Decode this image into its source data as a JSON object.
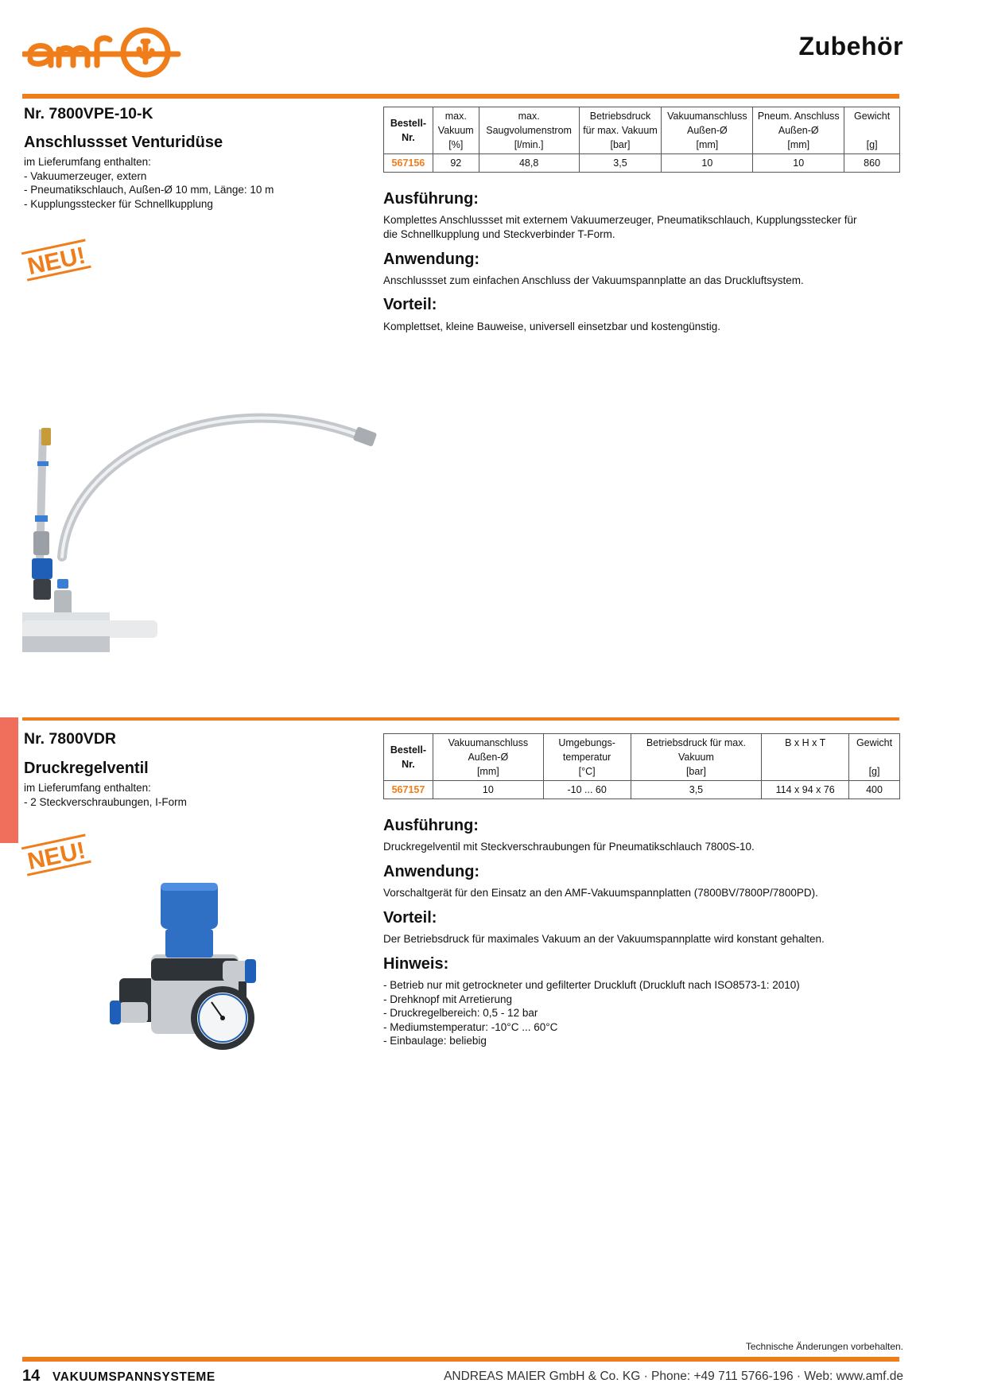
{
  "header": {
    "logo_text": "amf",
    "title": "Zubehör"
  },
  "colors": {
    "accent": "#ef7d1a",
    "side_tab": "#ef6e5c",
    "text": "#111111"
  },
  "icons": [
    "amf-logo-icon",
    "neu-badge-icon",
    "vacuum-hose-set-image",
    "pressure-regulator-image"
  ],
  "products": [
    {
      "number": "Nr. 7800VPE-10-K",
      "name": "Anschlussset Venturidüse",
      "badge": "NEU!",
      "scope_lines": [
        "im Lieferumfang enthalten:",
        "- Vakuumerzeuger, extern",
        "- Pneumatikschlauch, Außen-Ø 10 mm, Länge: 10 m",
        "- Kupplungsstecker für Schnellkupplung"
      ],
      "table": {
        "order_header": [
          "Bestell-",
          "Nr."
        ],
        "columns": [
          [
            "max.",
            "Vakuum",
            "[%]"
          ],
          [
            "max.",
            "Saugvolumenstrom",
            "[l/min.]"
          ],
          [
            "Betriebsdruck",
            "für max. Vakuum",
            "[bar]"
          ],
          [
            "Vakuumanschluss",
            "Außen-Ø",
            "[mm]"
          ],
          [
            "Pneum. Anschluss",
            "Außen-Ø",
            "[mm]"
          ],
          [
            "Gewicht",
            "",
            "[g]"
          ]
        ],
        "row": [
          "567156",
          "92",
          "48,8",
          "3,5",
          "10",
          "10",
          "860"
        ]
      },
      "sections": [
        {
          "heading": "Ausführung:",
          "lines": [
            "Komplettes Anschlussset mit externem Vakuumerzeuger, Pneumatikschlauch, Kupplungsstecker für",
            "die Schnellkupplung und Steckverbinder T-Form."
          ]
        },
        {
          "heading": "Anwendung:",
          "lines": [
            "Anschlussset zum einfachen Anschluss der Vakuumspannplatte an das Druckluftsystem."
          ]
        },
        {
          "heading": "Vorteil:",
          "lines": [
            "Komplettset, kleine Bauweise, universell einsetzbar und kostengünstig."
          ]
        }
      ]
    },
    {
      "number": "Nr. 7800VDR",
      "name": "Druckregelventil",
      "badge": "NEU!",
      "scope_lines": [
        "im Lieferumfang enthalten:",
        "- 2 Steckverschraubungen, I-Form"
      ],
      "table": {
        "order_header": [
          "Bestell-",
          "Nr."
        ],
        "columns": [
          [
            "Vakuumanschluss",
            "Außen-Ø",
            "[mm]"
          ],
          [
            "Umgebungs-",
            "temperatur",
            "[°C]"
          ],
          [
            "Betriebsdruck für max.",
            "Vakuum",
            "[bar]"
          ],
          [
            "B x H x T",
            "",
            ""
          ],
          [
            "Gewicht",
            "",
            "[g]"
          ]
        ],
        "row": [
          "567157",
          "10",
          "-10 ... 60",
          "3,5",
          "114 x 94 x 76",
          "400"
        ]
      },
      "sections": [
        {
          "heading": "Ausführung:",
          "lines": [
            "Druckregelventil mit Steckverschraubungen für Pneumatikschlauch 7800S-10."
          ]
        },
        {
          "heading": "Anwendung:",
          "lines": [
            "Vorschaltgerät für den Einsatz an den AMF-Vakuumspannplatten (7800BV/7800P/7800PD)."
          ]
        },
        {
          "heading": "Vorteil:",
          "lines": [
            "Der Betriebsdruck für maximales Vakuum an der Vakuumspannplatte wird konstant gehalten."
          ]
        },
        {
          "heading": "Hinweis:",
          "lines": [
            "- Betrieb nur mit getrockneter und gefilterter Druckluft (Druckluft nach ISO8573-1: 2010)",
            "- Drehknopf mit Arretierung",
            "- Druckregelbereich: 0,5 -  12 bar",
            "- Mediumstemperatur: -10°C ... 60°C",
            "- Einbaulage: beliebig"
          ]
        }
      ]
    }
  ],
  "footer": {
    "note": "Technische Änderungen vorbehalten.",
    "page_number": "14",
    "category": "VAKUUMSPANNSYSTEME",
    "company": "ANDREAS MAIER GmbH & Co. KG · Phone: +49 711 5766-196 · Web: www.amf.de"
  }
}
